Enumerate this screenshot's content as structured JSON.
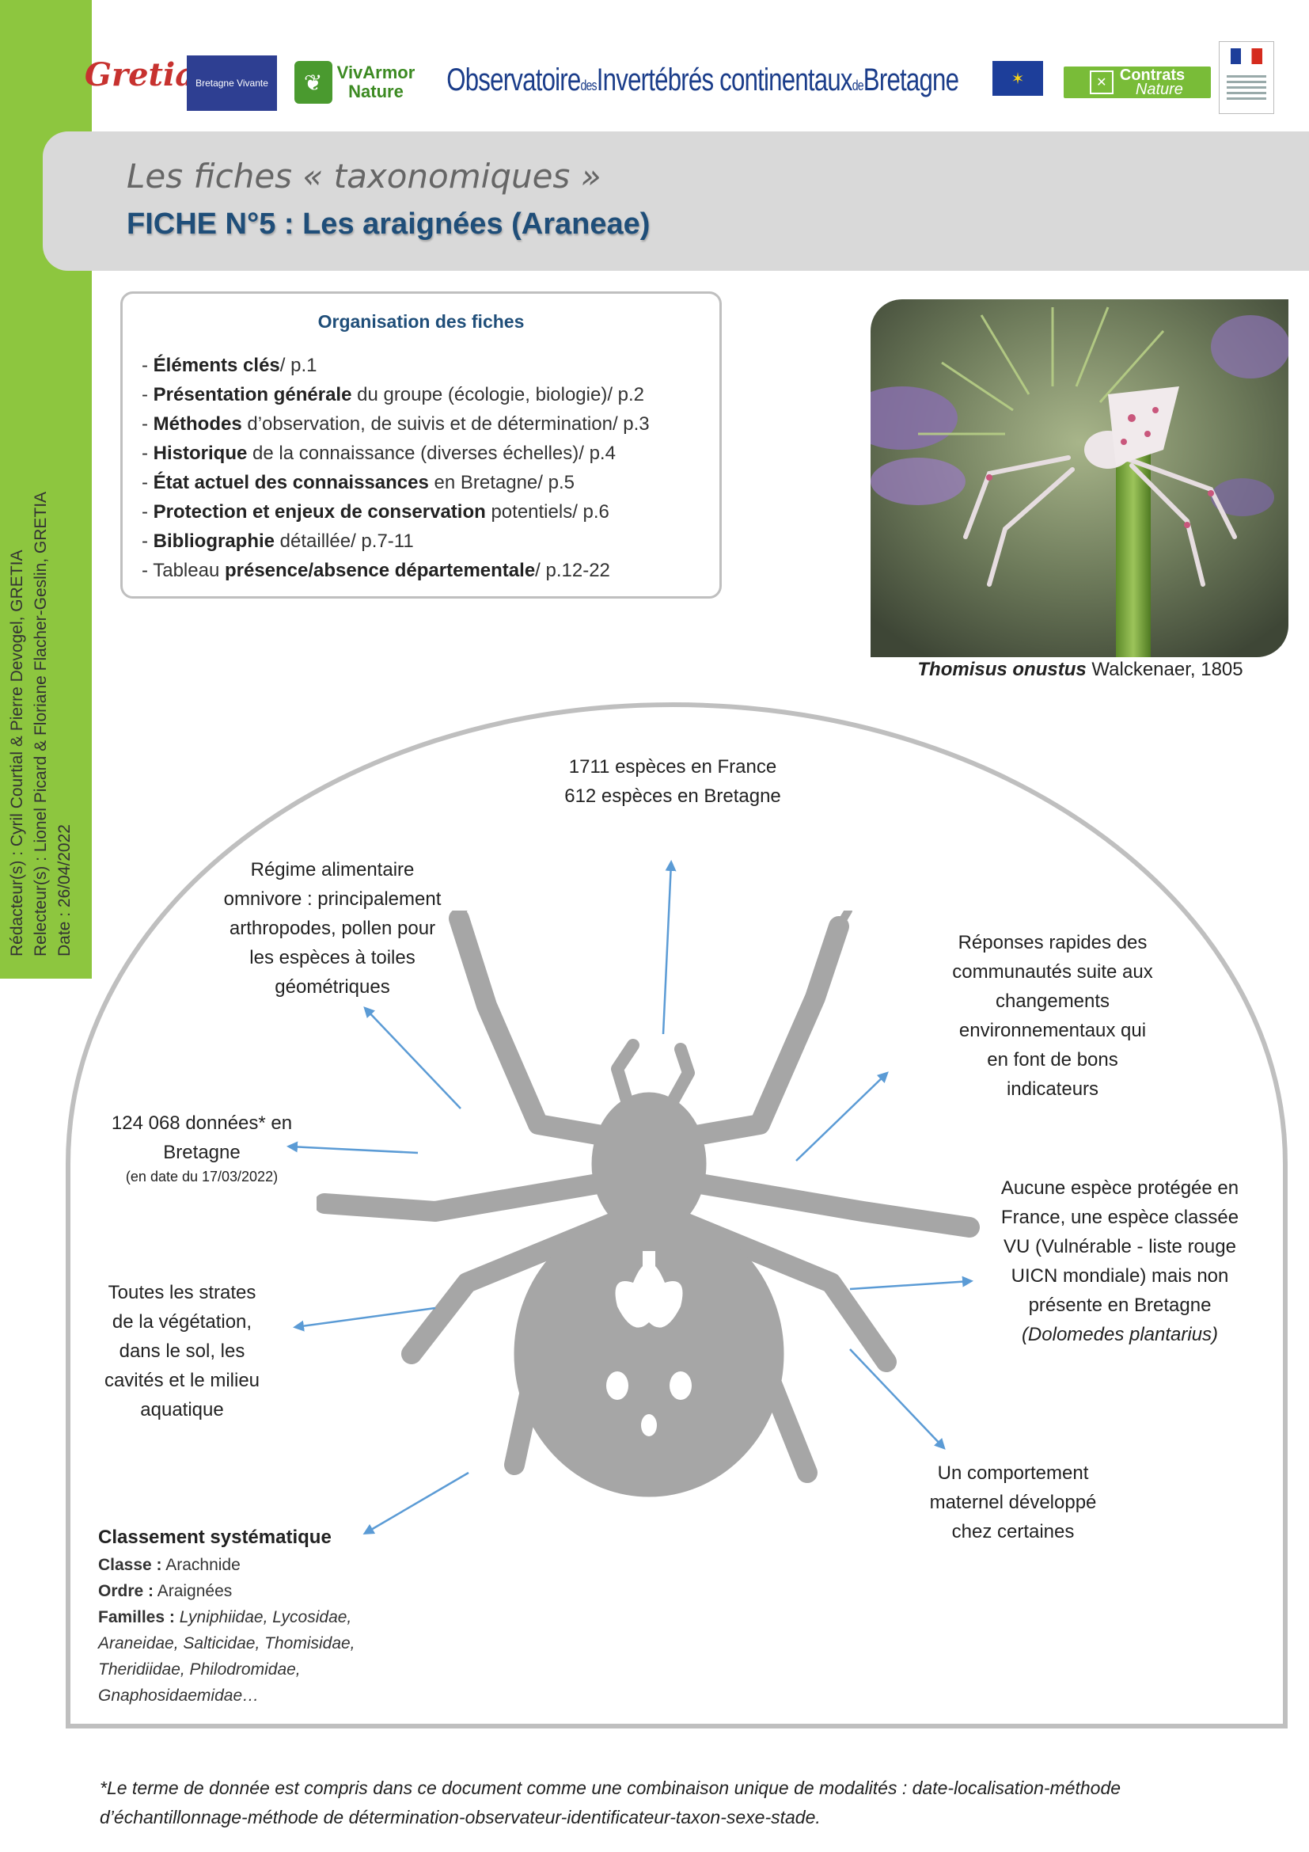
{
  "sidebar": {
    "line1": "Rédacteur(s) : Cyril Courtial & Pierre Devogel, GRETIA",
    "line2": "Relecteur(s) : Lionel Picard & Floriane Flacher-Geslin, GRETIA",
    "line3": "Date : 26/04/2022"
  },
  "logos": {
    "gretia": "Gretia",
    "bretagne_vivante": "Bretagne Vivante",
    "vivarmor_line1": "VivArmor",
    "vivarmor_line2": "Nature",
    "observatoire": {
      "p1": "Observatoire",
      "p2": "des",
      "p3": "Invertébrés continentaux",
      "p4": "de",
      "p5": "Bretagne"
    },
    "contrats_nature_1": "Contrats",
    "contrats_nature_2": "Nature"
  },
  "header": {
    "series": "Les fiches « taxonomiques »",
    "title": "FICHE N°5 : Les araignées (Araneae)"
  },
  "toc": {
    "title": "Organisation des fiches",
    "items": [
      {
        "bold": "Éléments clés",
        "rest": "/ p.1",
        "pre": "- "
      },
      {
        "bold": "Présentation générale",
        "rest": " du groupe (écologie, biologie)/ p.2",
        "pre": "- "
      },
      {
        "bold": "Méthodes",
        "rest": " d’observation, de suivis et de détermination/ p.3",
        "pre": "- "
      },
      {
        "bold": "Historique",
        "rest": " de la connaissance (diverses échelles)/ p.4",
        "pre": "- "
      },
      {
        "bold": "État actuel des connaissances",
        "rest": " en Bretagne/ p.5",
        "pre": "- "
      },
      {
        "bold": "Protection et enjeux de conservation",
        "rest": " potentiels/ p.6",
        "pre": "- "
      },
      {
        "bold": "Bibliographie",
        "rest": " détaillée/ p.7-11",
        "pre": "- "
      },
      {
        "bold": "présence/absence départementale",
        "rest": "/ p.12-22",
        "pre": "- Tableau "
      }
    ]
  },
  "photo": {
    "species": "Thomisus onustus",
    "author": " Walckenaer, 1805"
  },
  "facts": {
    "species_count_1": "1711 espèces en France",
    "species_count_2": "612 espèces en Bretagne",
    "diet": [
      "Régime alimentaire",
      "omnivore : principalement",
      "arthropodes, pollen pour",
      "les espèces à toiles",
      "géométriques"
    ],
    "indicators": [
      "Réponses rapides des",
      "communautés suite aux",
      "changements",
      "environnementaux qui",
      "en font de bons",
      "indicateurs"
    ],
    "data_1": "124 068  données* en",
    "data_2": "Bretagne",
    "data_date": "(en date du 17/03/2022)",
    "protection": [
      "Aucune espèce protégée en",
      "France, une espèce classée",
      "VU (Vulnérable - liste rouge",
      "UICN mondiale) mais non",
      "présente en Bretagne"
    ],
    "protection_species": "(Dolomedes plantarius)",
    "habitat": [
      "Toutes les strates",
      "de la végétation,",
      "dans le sol, les",
      "cavités et le milieu",
      "aquatique"
    ],
    "behaviour": [
      "Un comportement",
      "maternel développé",
      "chez certaines"
    ]
  },
  "classification": {
    "title": "Classement systématique",
    "classe_label": "Classe :",
    "classe_value": " Arachnide",
    "ordre_label": "Ordre :",
    "ordre_value": " Araignées",
    "familles_label": "Familles :",
    "familles_line1": " Lyniphiidae, Lycosidae,",
    "familles_line2": "Araneidae, Salticidae, Thomisidae,",
    "familles_line3": "Theridiidae, Philodromidae,",
    "familles_line4": "Gnaphosidaemidae…"
  },
  "footnote": "*Le terme de donnée est compris dans ce document comme une combinaison unique de modalités : date-localisation-méthode d’échantillonnage-méthode de détermination-observateur-identificateur-taxon-sexe-stade.",
  "colors": {
    "green": "#8dc63f",
    "navy": "#1f4e79",
    "grey_band": "#d9d9d9",
    "arrow": "#5b9bd5",
    "spider": "#a6a6a6"
  }
}
